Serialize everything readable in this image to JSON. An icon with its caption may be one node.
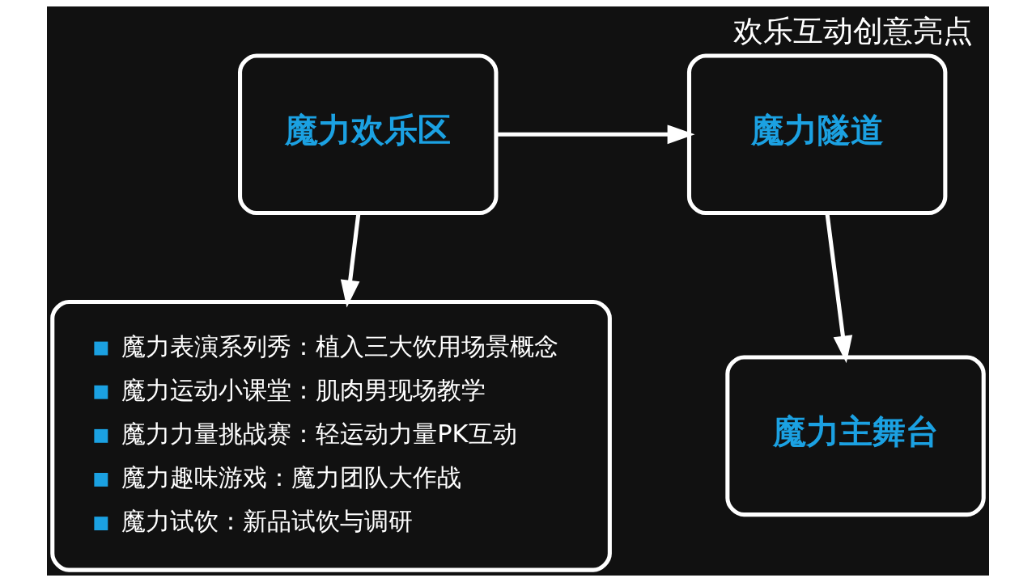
{
  "diagram": {
    "title": "欢乐互动创意亮点",
    "nodes": [
      {
        "text": [
          "魔力欢乐区"
        ]
      },
      {
        "text": [
          "魔力隧道"
        ]
      },
      {
        "text": [
          "魔力主舞台"
        ]
      },
      {
        "text": [
          "魔力表演系列秀：植入三大饮用场景概念",
          "魔力运动小课堂：肌肉男现场教学",
          "魔力力量挑战赛：轻运动力量PK互动",
          "魔力趣味游戏：魔力团队大作战",
          "魔力试饮：新品试饮与调研"
        ]
      }
    ],
    "edges": [
      {
        "from": 0,
        "to": 1,
        "arrow": "to"
      },
      {
        "from": 1,
        "to": 2,
        "arrow": "to"
      },
      {
        "from": 0,
        "to": 3,
        "arrow": "to"
      }
    ]
  }
}
